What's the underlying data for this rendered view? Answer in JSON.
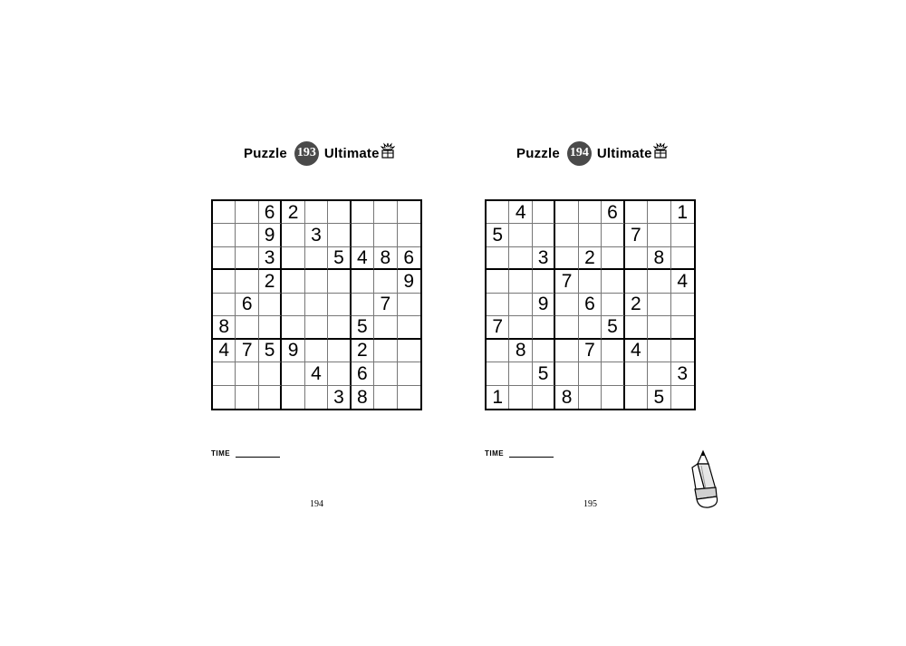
{
  "pages": [
    {
      "puzzle_word": "Puzzle",
      "puzzle_number": "193",
      "difficulty": "Ultimate",
      "difficulty_icon": "exploding-box-icon",
      "time_label": "TIME",
      "page_number": "194",
      "grid": [
        [
          "",
          "",
          "6",
          "2",
          "",
          "",
          "",
          "",
          ""
        ],
        [
          "",
          "",
          "9",
          "",
          "3",
          "",
          "",
          "",
          ""
        ],
        [
          "",
          "",
          "3",
          "",
          "",
          "5",
          "4",
          "8",
          "6"
        ],
        [
          "",
          "",
          "2",
          "",
          "",
          "",
          "",
          "",
          "9"
        ],
        [
          "",
          "6",
          "",
          "",
          "",
          "",
          "",
          "7",
          ""
        ],
        [
          "8",
          "",
          "",
          "",
          "",
          "",
          "5",
          "",
          ""
        ],
        [
          "4",
          "7",
          "5",
          "9",
          "",
          "",
          "2",
          "",
          ""
        ],
        [
          "",
          "",
          "",
          "",
          "4",
          "",
          "6",
          "",
          ""
        ],
        [
          "",
          "",
          "",
          "",
          "",
          "3",
          "8",
          "",
          ""
        ]
      ]
    },
    {
      "puzzle_word": "Puzzle",
      "puzzle_number": "194",
      "difficulty": "Ultimate",
      "difficulty_icon": "exploding-box-icon",
      "time_label": "TIME",
      "page_number": "195",
      "grid": [
        [
          "",
          "4",
          "",
          "",
          "",
          "6",
          "",
          "",
          "1"
        ],
        [
          "5",
          "",
          "",
          "",
          "",
          "",
          "7",
          "",
          ""
        ],
        [
          "",
          "",
          "3",
          "",
          "2",
          "",
          "",
          "8",
          ""
        ],
        [
          "",
          "",
          "",
          "7",
          "",
          "",
          "",
          "",
          "4"
        ],
        [
          "",
          "",
          "9",
          "",
          "6",
          "",
          "2",
          "",
          ""
        ],
        [
          "7",
          "",
          "",
          "",
          "",
          "5",
          "",
          "",
          ""
        ],
        [
          "",
          "8",
          "",
          "",
          "7",
          "",
          "4",
          "",
          ""
        ],
        [
          "",
          "",
          "5",
          "",
          "",
          "",
          "",
          "",
          "3"
        ],
        [
          "1",
          "",
          "",
          "8",
          "",
          "",
          "",
          "5",
          ""
        ]
      ]
    }
  ],
  "decoration": {
    "pencil_icon": "pencil-icon"
  }
}
